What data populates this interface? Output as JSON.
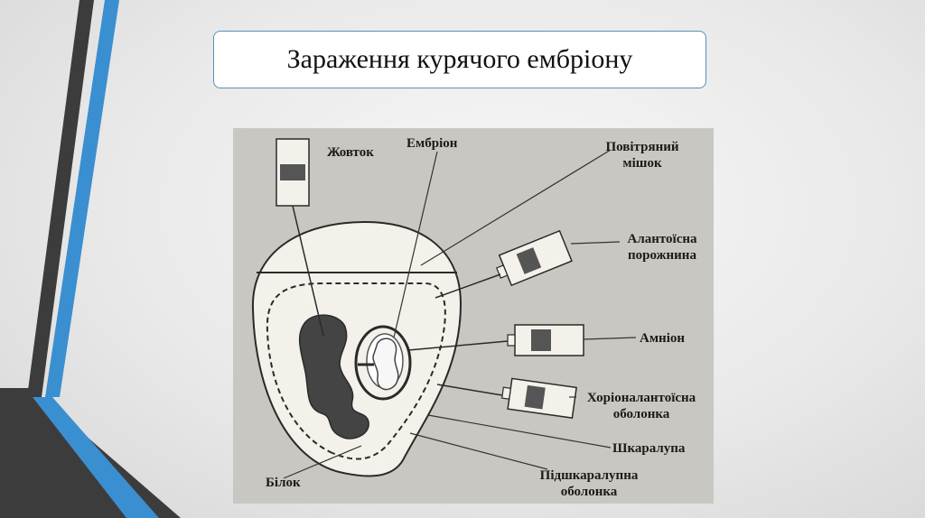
{
  "slide": {
    "title": "Зараження курячого ембріону"
  },
  "diagram": {
    "labels": {
      "yolk": "Жовток",
      "embryo": "Ембріон",
      "air_sac_1": "Повітряний",
      "air_sac_2": "мішок",
      "allantoic_1": "Алантоїсна",
      "allantoic_2": "порожнина",
      "amnion": "Амніон",
      "chorio_1": "Хоріоналантоїсна",
      "chorio_2": "оболонка",
      "shell": "Шкаралупа",
      "subshell_1": "Підшкаралупна",
      "subshell_2": "оболонка",
      "albumen": "Білок"
    },
    "colors": {
      "background": "#c9c7c1",
      "egg_fill": "#f4f1ea",
      "yolk_fill": "#444444",
      "line": "#333333"
    }
  }
}
